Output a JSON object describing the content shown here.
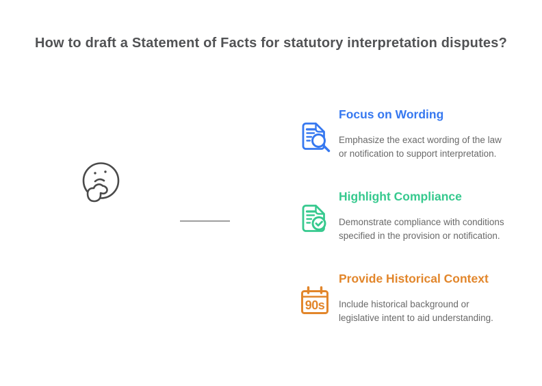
{
  "title": "How to draft a Statement of Facts for statutory interpretation disputes?",
  "title_color": "#515254",
  "body_text_color": "#696969",
  "divider_color": "#9e9e9e",
  "thinker": {
    "icon": "thinking-face-icon",
    "color": "#4a4a4a"
  },
  "sections": [
    {
      "icon": "document-search-icon",
      "color": "#3678f0",
      "heading": "Focus on Wording",
      "body": "Emphasize the exact wording of the law or notification to support interpretation."
    },
    {
      "icon": "document-check-icon",
      "color": "#36c98e",
      "heading": "Highlight Compliance",
      "body": "Demonstrate compliance with conditions specified in the provision or notification."
    },
    {
      "icon": "calendar-90s-icon",
      "color": "#e2862b",
      "heading": "Provide Historical Context",
      "body": "Include historical background or legislative intent to aid understanding.",
      "icon_label": "90s"
    }
  ]
}
